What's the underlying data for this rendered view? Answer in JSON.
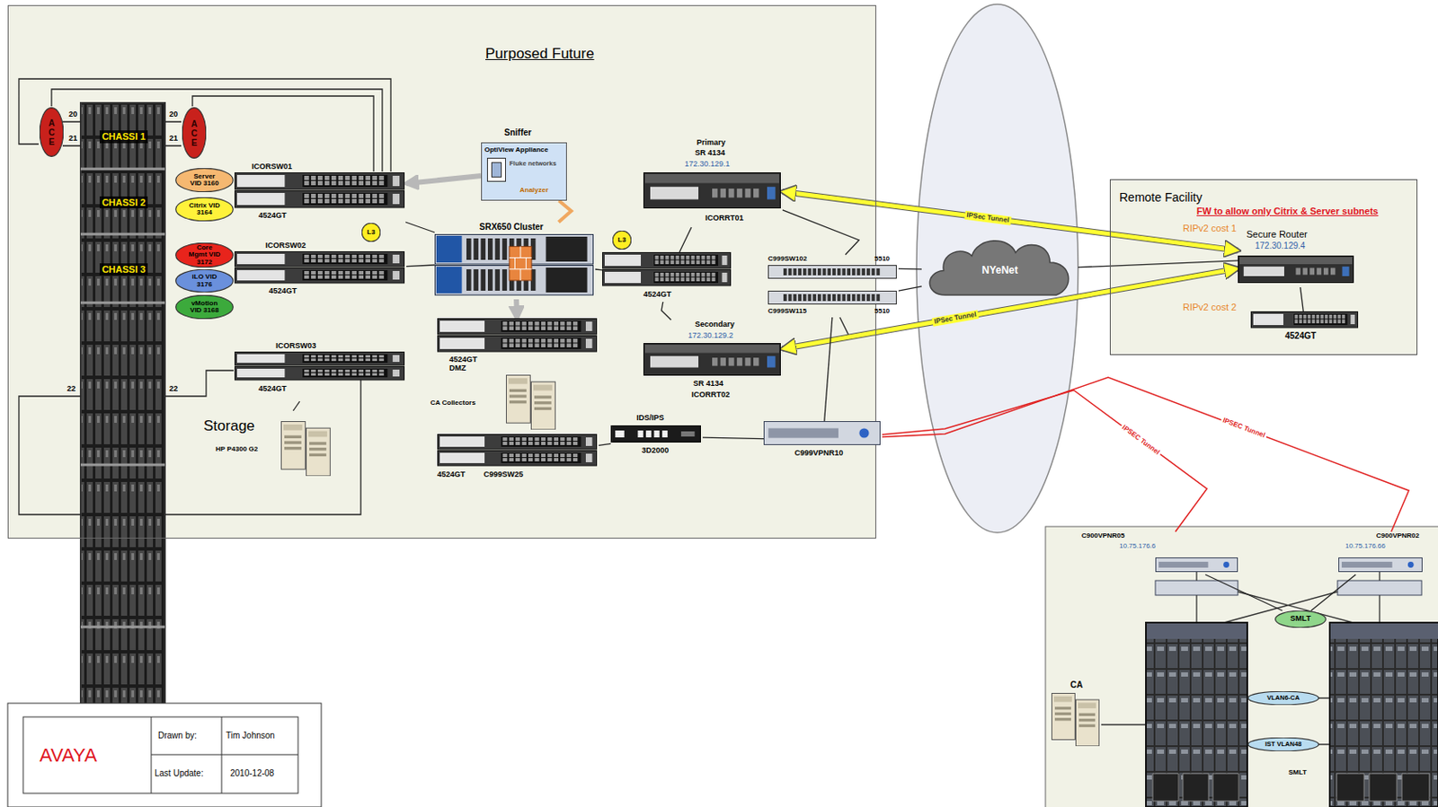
{
  "diagram": {
    "nodes": [
      {
        "text": [
          "Purposed Future"
        ]
      },
      {
        "text": [
          "ACE"
        ],
        "in": 0
      },
      {
        "text": [
          "ACE"
        ],
        "in": 0
      },
      {
        "text": [
          "CHASSI 1"
        ],
        "in": 0
      },
      {
        "text": [
          "CHASSI 2"
        ],
        "in": 0
      },
      {
        "text": [
          "CHASSI 3"
        ],
        "in": 0
      },
      {
        "text": [
          "Server VID 3160"
        ],
        "in": 0
      },
      {
        "text": [
          "Citrix VID 3164"
        ],
        "in": 0
      },
      {
        "text": [
          "Core Mgmt VID 3172"
        ],
        "in": 0
      },
      {
        "text": [
          "iLO VID 3176"
        ],
        "in": 0
      },
      {
        "text": [
          "vMotion VID 3168"
        ],
        "in": 0
      },
      {
        "text": [
          "ICORSW01",
          "4524GT"
        ],
        "in": 0
      },
      {
        "text": [
          "L3"
        ],
        "in": 0
      },
      {
        "text": [
          "ICORSW02",
          "4524GT"
        ],
        "in": 0
      },
      {
        "text": [
          "ICORSW03",
          "4524GT"
        ],
        "in": 0
      },
      {
        "text": [
          "Storage",
          "HP P4300 G2"
        ],
        "in": 0
      },
      {
        "text": [
          "Sniffer",
          "OptiView Appliance",
          "Fluke networks",
          "Analyzer"
        ],
        "in": 0
      },
      {
        "text": [
          "SRX650 Cluster"
        ],
        "in": 0
      },
      {
        "text": [
          "L3"
        ],
        "in": 0
      },
      {
        "text": [
          "4524GT"
        ],
        "in": 0
      },
      {
        "text": [
          "4524GT DMZ"
        ],
        "in": 0
      },
      {
        "text": [
          "CA Collectors"
        ],
        "in": 0
      },
      {
        "text": [
          "4524GT",
          "C999SW25"
        ],
        "in": 0
      },
      {
        "text": [
          "IDS/IPS",
          "3D2000"
        ],
        "in": 0
      },
      {
        "text": [
          "C999VPNR10"
        ],
        "in": 0
      },
      {
        "text": [
          "Primary",
          "SR 4134",
          "172.30.129.1",
          "ICORRT01"
        ],
        "in": 0
      },
      {
        "text": [
          "Secondary",
          "172.30.129.2",
          "SR 4134",
          "ICORRT02"
        ],
        "in": 0
      },
      {
        "text": [
          "C999SW102",
          "5510"
        ],
        "in": 0
      },
      {
        "text": [
          "C999SW115",
          "5510"
        ],
        "in": 0
      },
      {
        "text": [
          "NYeNet"
        ]
      },
      {
        "text": [
          "Remote Facility",
          "FW to allow only Citrix & Server subnets"
        ]
      },
      {
        "text": [
          "Secure Router",
          "172.30.129.4"
        ],
        "in": 30
      },
      {
        "text": [
          "4524GT"
        ],
        "in": 30
      },
      {
        "text": [
          "C900VPNR05",
          "10.75.176.6"
        ]
      },
      {
        "text": [
          "C900VPNR02",
          "10.75.176.66"
        ]
      },
      {
        "text": [
          "SMLT"
        ]
      },
      {
        "text": [
          "VLAN6-CA"
        ]
      },
      {
        "text": [
          "IST VLAN48"
        ]
      },
      {
        "text": [
          "CA"
        ]
      }
    ],
    "edges": [
      {
        "from": 11,
        "to": 17,
        "arrow": "none"
      },
      {
        "from": 13,
        "to": 17,
        "arrow": "none"
      },
      {
        "from": 16,
        "to": 11,
        "arrow": "to"
      },
      {
        "from": 16,
        "to": 17,
        "arrow": "none"
      },
      {
        "from": 17,
        "to": 19,
        "arrow": "none"
      },
      {
        "from": 17,
        "to": 20,
        "arrow": "to"
      },
      {
        "from": 19,
        "to": 25,
        "arrow": "none"
      },
      {
        "from": 19,
        "to": 26,
        "arrow": "none"
      },
      {
        "from": 25,
        "to": 27,
        "arrow": "none"
      },
      {
        "from": 26,
        "to": 28,
        "arrow": "none"
      },
      {
        "from": 27,
        "to": 29,
        "arrow": "none"
      },
      {
        "from": 28,
        "to": 29,
        "arrow": "none"
      },
      {
        "from": 29,
        "to": 31,
        "arrow": "none"
      },
      {
        "from": 31,
        "to": 25,
        "arrow": "both",
        "label": "IPSec Tunnel"
      },
      {
        "from": 31,
        "to": 26,
        "arrow": "both",
        "label": "IPSec Tunnel"
      },
      {
        "from": 31,
        "to": 32,
        "arrow": "none"
      },
      {
        "from": 14,
        "to": 15,
        "arrow": "none"
      },
      {
        "from": 22,
        "to": 23,
        "arrow": "none"
      },
      {
        "from": 23,
        "to": 24,
        "arrow": "none"
      },
      {
        "from": 24,
        "to": 28,
        "arrow": "none"
      },
      {
        "from": 24,
        "to": 33,
        "arrow": "none",
        "label": "IPSEC Tunnel"
      },
      {
        "from": 24,
        "to": 34,
        "arrow": "none",
        "label": "IPSEC Tunnel"
      },
      {
        "from": 33,
        "to": 35,
        "arrow": "none"
      },
      {
        "from": 34,
        "to": 35,
        "arrow": "none"
      }
    ],
    "labels": [
      "20",
      "21",
      "20",
      "21",
      "22",
      "22",
      "RIPv2 cost 1",
      "RIPv2 cost 2",
      "SMLT",
      "AVAYA",
      "Drawn by:",
      "Tim Johnson",
      "Last Update:",
      "2010-12-08"
    ]
  }
}
